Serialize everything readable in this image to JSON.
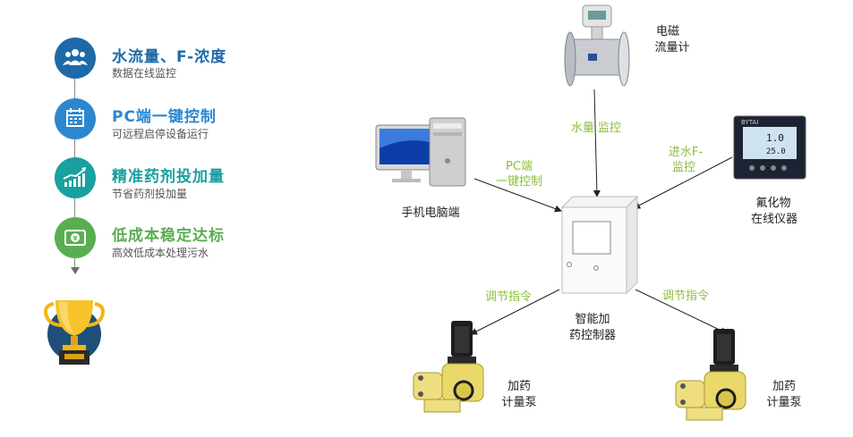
{
  "features": [
    {
      "title": "水流量、F-浓度",
      "subtitle": "数据在线监控",
      "color": "#1e6aa8",
      "icon": "people-icon"
    },
    {
      "title": "PC端一键控制",
      "subtitle": "可远程启停设备运行",
      "color": "#2c87d0",
      "icon": "calendar-icon"
    },
    {
      "title": "精准药剂投加量",
      "subtitle": "节省药剂投加量",
      "color": "#19a0a0",
      "icon": "growth-chart-icon"
    },
    {
      "title": "低成本稳定达标",
      "subtitle": "高效低成本处理污水",
      "color": "#5aae50",
      "icon": "money-icon"
    }
  ],
  "trophy_icon": "trophy-icon",
  "diagram": {
    "flowmeter_label": [
      "电磁",
      "流量计"
    ],
    "computer_label": "手机电脑端",
    "analyzer_label": [
      "氟化物",
      "在线仪器"
    ],
    "controller_label": [
      "智能加",
      "药控制器"
    ],
    "pump_left_label": [
      "加药",
      "计量泵"
    ],
    "pump_right_label": [
      "加药",
      "计量泵"
    ],
    "edge_water": "水量 监控",
    "edge_pc": [
      "PC端",
      "一键控制"
    ],
    "edge_fluoride": [
      "进水F-",
      "监控"
    ],
    "edge_adjust_left": "调节指令",
    "edge_adjust_right": "调节指令",
    "analyzer_brand": "BYTAI",
    "analyzer_reading_1": "1.0",
    "analyzer_reading_2": "25.0"
  }
}
